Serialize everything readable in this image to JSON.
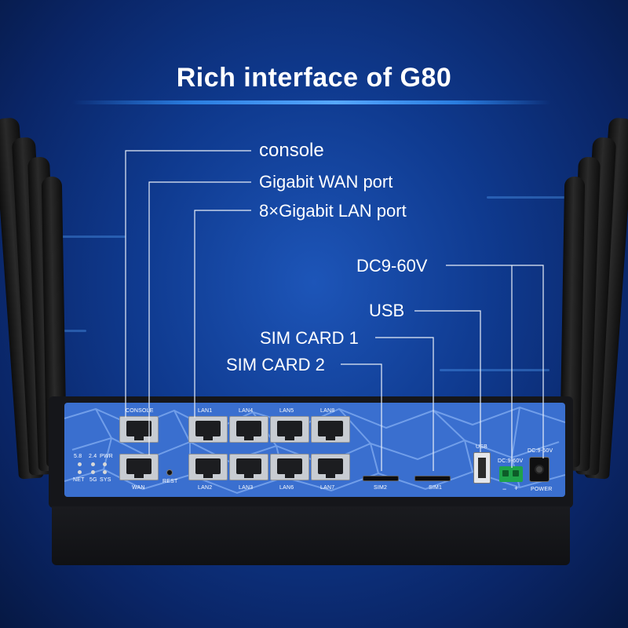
{
  "header": {
    "title": "Rich interface of G80"
  },
  "callouts": {
    "console": "console",
    "wan": "Gigabit WAN port",
    "lan": "8×Gigabit LAN port",
    "power": "DC9-60V",
    "usb": "USB",
    "sim1": "SIM CARD 1",
    "sim2": "SIM CARD 2"
  },
  "panel_labels": {
    "console": "CONSOLE",
    "wan": "WAN",
    "lan1": "LAN1",
    "lan4": "LAN4",
    "lan5": "LAN5",
    "lan8": "LAN8",
    "lan2": "LAN2",
    "lan3": "LAN3",
    "lan6": "LAN6",
    "lan7": "LAN7",
    "reset": "REST",
    "sim2": "SIM2",
    "sim1": "SIM1",
    "usb": "USB",
    "dc_terminal": "DC:9-60V",
    "dc_jack": "DC:9-60V",
    "power": "POWER",
    "terminal_minus": "−",
    "terminal_plus": "+",
    "led_58": "5.8",
    "led_24": "2.4",
    "led_pwr": "PWR",
    "led_net": "NET",
    "led_5g": "5G",
    "led_sys": "SYS"
  },
  "colors": {
    "accent": "#2a7de0",
    "panel": "#3a6fcf",
    "terminal": "#1fa34a"
  }
}
